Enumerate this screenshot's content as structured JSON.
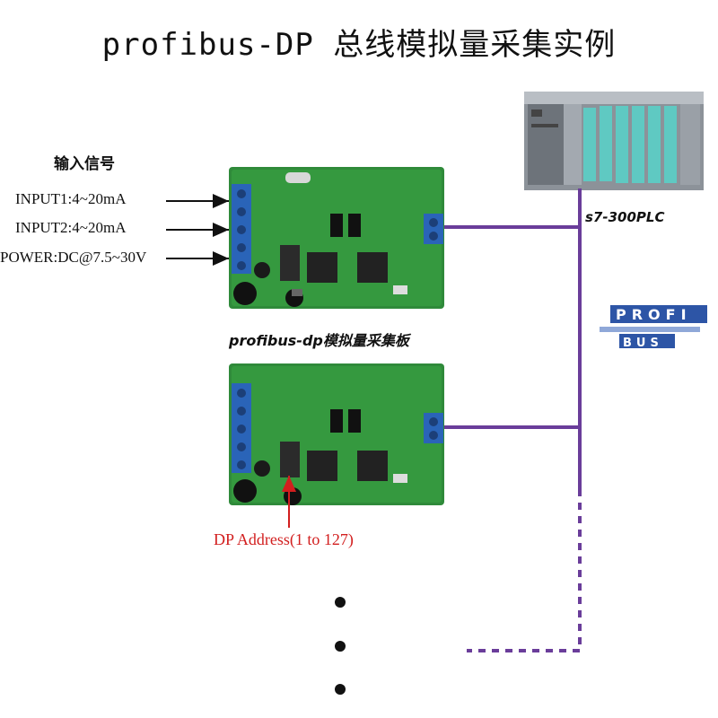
{
  "title": "profibus-DP 总线模拟量采集实例",
  "input_heading": "输入信号",
  "inputs": [
    "INPUT1:4~20mA",
    "INPUT2:4~20mA",
    "POWER:DC@7.5~30V"
  ],
  "board_caption": "profibus-dp模拟量采集板",
  "plc_caption": "s7-300PLC",
  "dp_address_label": "DP Address(1 to 127)",
  "profibus_logo": {
    "top": "PROFI",
    "bottom": "BUS"
  },
  "colors": {
    "bus_line": "#6a3d9a",
    "pcb_green": "#2f8a3a",
    "terminal_blue": "#2a64b8",
    "plc_gray": "#8c9299",
    "plc_module_teal": "#5fc9c2",
    "address_red": "#d21e1e"
  }
}
